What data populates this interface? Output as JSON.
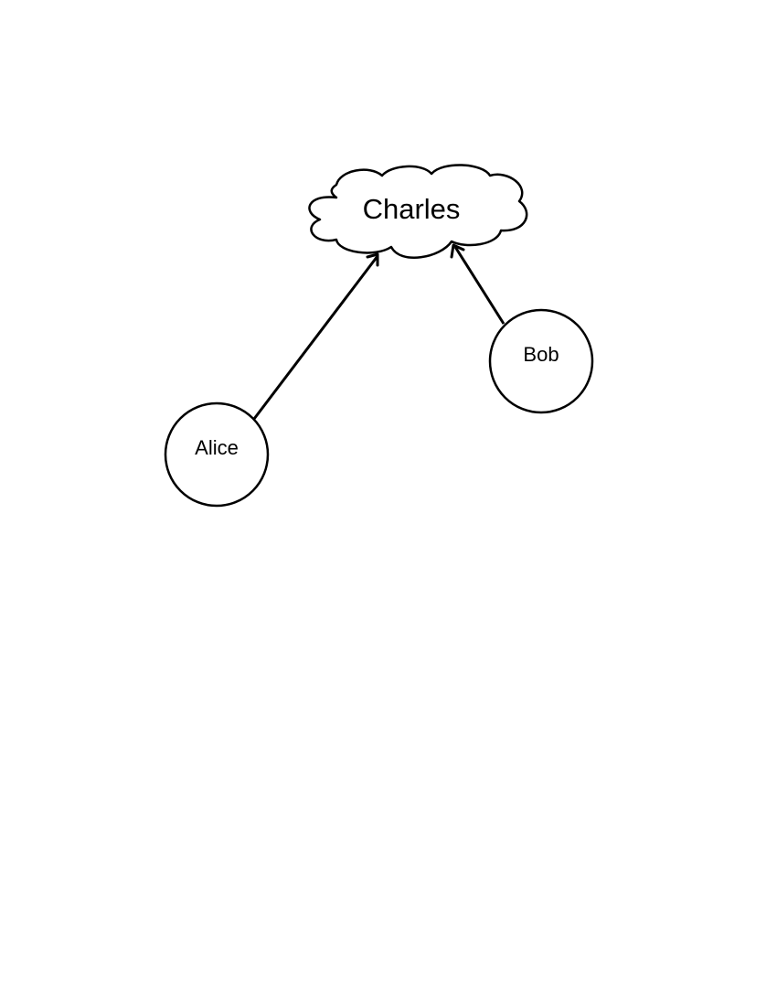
{
  "nodes": {
    "charles": {
      "label": "Charles",
      "shape": "cloud"
    },
    "alice": {
      "label": "Alice",
      "shape": "circle"
    },
    "bob": {
      "label": "Bob",
      "shape": "circle"
    }
  },
  "edges": [
    {
      "from": "alice",
      "to": "charles",
      "directed": true
    },
    {
      "from": "bob",
      "to": "charles",
      "directed": true
    }
  ],
  "colors": {
    "stroke": "#000000",
    "fill": "#ffffff"
  }
}
